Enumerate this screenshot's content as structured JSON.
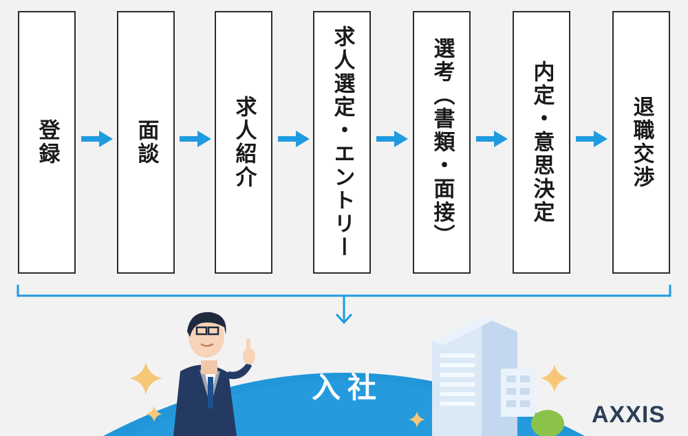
{
  "steps": [
    {
      "label": "登録"
    },
    {
      "label": "面談"
    },
    {
      "label": "求人紹介"
    },
    {
      "label": "求人選定・エントリー"
    },
    {
      "label": "選考（書類・面接）"
    },
    {
      "label": "内定・意思決定"
    },
    {
      "label": "退職交渉"
    }
  ],
  "result": {
    "label": "入社"
  },
  "brand": {
    "name": "AXXIS"
  },
  "colors": {
    "arrow": "#1f9be0",
    "hill": "#2196d9",
    "step_border": "#2b2b2b",
    "background": "#f2f2f2"
  },
  "icons": [
    "arrow-right-icon",
    "arrow-down-icon",
    "sparkle-icon",
    "person-illustration",
    "building-illustration"
  ]
}
